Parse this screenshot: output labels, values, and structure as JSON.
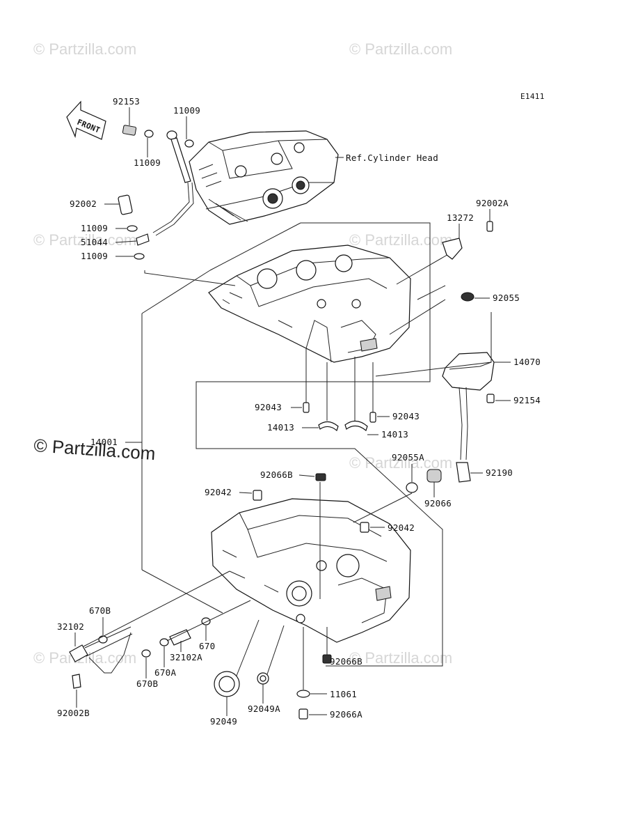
{
  "diagram_code": "E1411",
  "front_label": "FRONT",
  "ref_label": "Ref.Cylinder Head",
  "watermarks": {
    "small": "© Partzilla.com",
    "large": "© Partzilla.com"
  },
  "parts": {
    "p92153": "92153",
    "p11009_a": "11009",
    "p11009_b": "11009",
    "p92002": "92002",
    "p11009_c": "11009",
    "p51044": "51044",
    "p11009_d": "11009",
    "p92002A": "92002A",
    "p13272": "13272",
    "p92055": "92055",
    "p14070": "14070",
    "p92154": "92154",
    "p92043_a": "92043",
    "p92043_b": "92043",
    "p14013_a": "14013",
    "p14013_b": "14013",
    "p14001": "14001",
    "p92055A": "92055A",
    "p92066B_a": "92066B",
    "p92190": "92190",
    "p92042_a": "92042",
    "p92066": "92066",
    "p92042_b": "92042",
    "p670B_a": "670B",
    "p32102": "32102",
    "p670": "670",
    "p32102A": "32102A",
    "p670A": "670A",
    "p670B_b": "670B",
    "p92066B_b": "92066B",
    "p92002B": "92002B",
    "p11061": "11061",
    "p92049": "92049",
    "p92049A": "92049A",
    "p92066A": "92066A"
  },
  "colors": {
    "ink": "#111111",
    "watermark": "#d6d6d6",
    "background": "#ffffff"
  }
}
